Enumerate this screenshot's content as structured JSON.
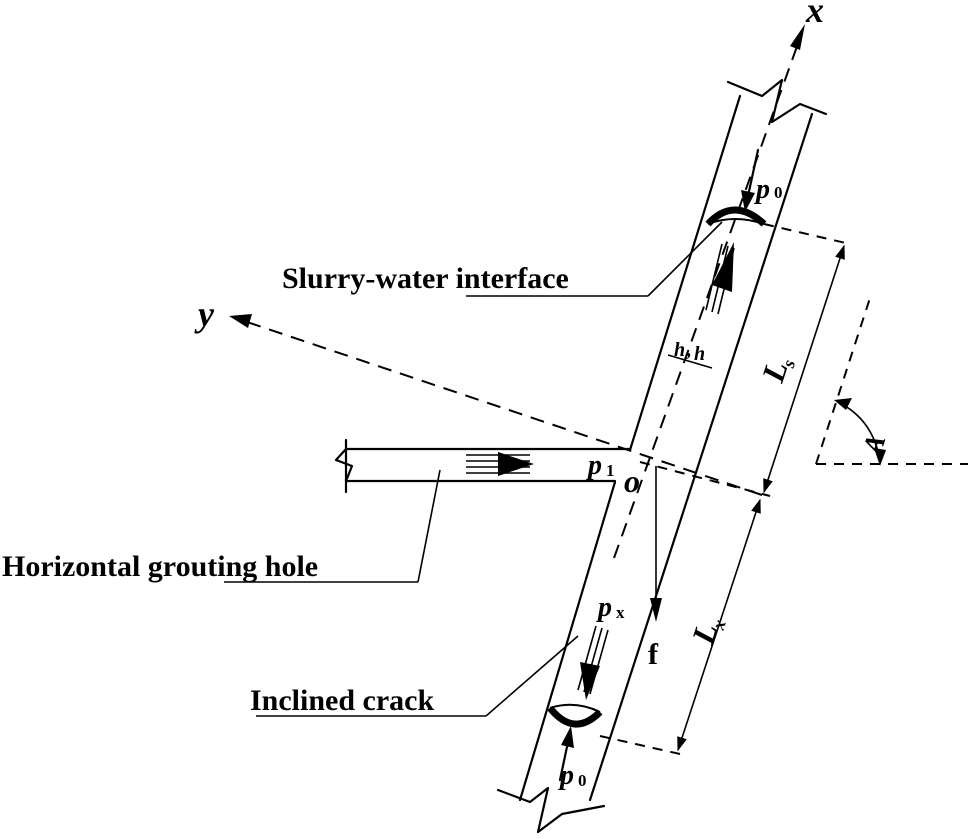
{
  "labels": {
    "slurry_interface": "Slurry-water interface",
    "horizontal_hole": "Horizontal grouting hole",
    "inclined_crack": "Inclined crack"
  },
  "axes": {
    "x": "x",
    "y": "y",
    "origin": "o",
    "gravity": "f"
  },
  "symbols": {
    "p": "p",
    "sub_0": "0",
    "sub_1": "1",
    "sub_x": "x",
    "L": "L",
    "Ls_sub": "s",
    "Lx_sub": "x",
    "h": "h",
    "angle": "A"
  }
}
